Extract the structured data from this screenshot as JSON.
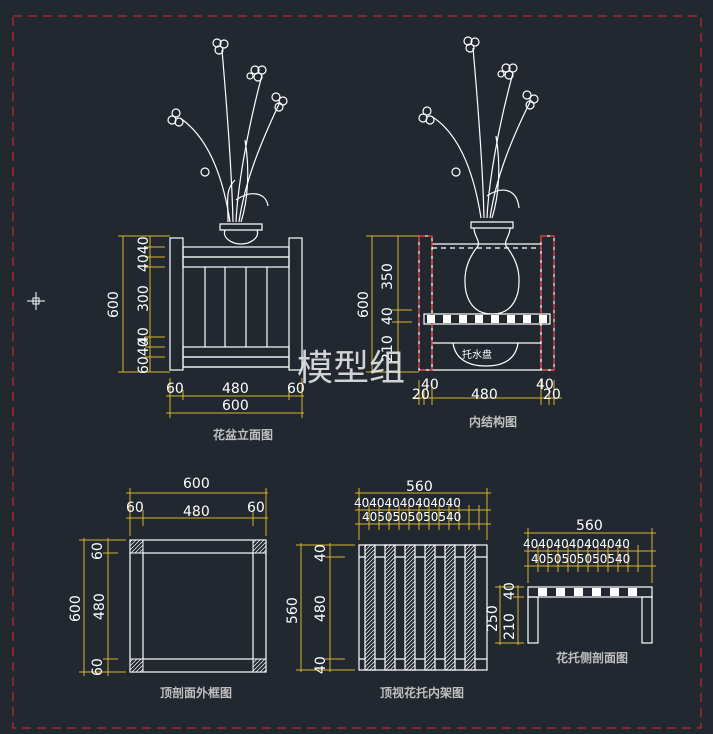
{
  "watermark": "模型组",
  "captions": {
    "front_elevation": "花盆立面图",
    "inner_structure": "内结构图",
    "top_section_frame": "顶剖面外框图",
    "top_view_inner_frame": "顶视花托内架图",
    "side_section": "花托侧剖面图"
  },
  "labels": {
    "tray": "托水盘"
  },
  "dims": {
    "fe_v_total": "600",
    "fe_v_top": "4040",
    "fe_v_mid": "300",
    "fe_v_low": "40",
    "fe_v_bot": "6040",
    "fe_h_left": "60",
    "fe_h_mid": "480",
    "fe_h_right": "60",
    "fe_h_total": "600",
    "is_v_total": "600",
    "is_v_top": "350",
    "is_v_40": "40",
    "is_v_210": "210",
    "is_h_40l": "40",
    "is_h_20l": "20",
    "is_h_mid": "480",
    "is_h_40r": "40",
    "is_h_20r": "20",
    "ts_h_total": "600",
    "ts_h_l": "60",
    "ts_h_mid": "480",
    "ts_h_r": "60",
    "ts_v_total": "600",
    "ts_v_top": "60",
    "ts_v_mid": "480",
    "ts_v_bot": "60",
    "tv_h_total": "560",
    "tv_h_row1": "40404040404040",
    "tv_h_row2": "4050505050540",
    "tv_v_total": "560",
    "tv_v_top": "40",
    "tv_v_mid": "480",
    "tv_v_bot": "40",
    "sd_h_total": "560",
    "sd_h_row1": "40404040404040",
    "sd_h_row2": "4050505050540",
    "sd_v_250": "250",
    "sd_v_40": "40",
    "sd_v_210": "210"
  },
  "colors": {
    "background": "#212830",
    "border_dash": "#e8272a",
    "linework": "#ffffff",
    "dimension": "#d9b430",
    "dimension_text": "#ffffff",
    "caption": "#bfbfbf",
    "accent_red": "#e8272a"
  }
}
